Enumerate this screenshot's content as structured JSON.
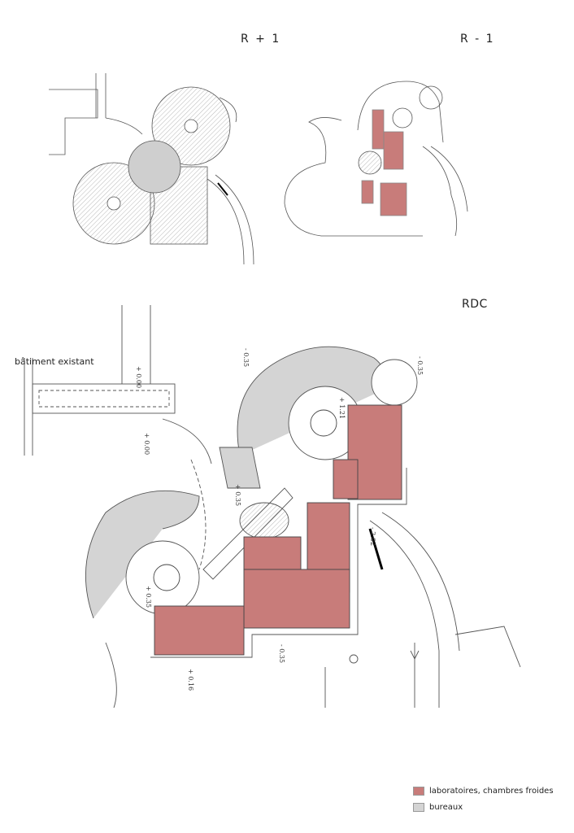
{
  "titles": {
    "r1": "R + 1",
    "rm1": "R - 1",
    "rdc": "RDC"
  },
  "labels": {
    "existing_building": "bâtiment existant"
  },
  "elevations": {
    "e1": "+ 0.00",
    "e2": "+ 0.00",
    "e3": "- 0.35",
    "e4": "- 0.35",
    "e5": "+ 1.21",
    "e6": "+ 0.35",
    "e7": "+ 0.35",
    "e8": "- 2.02",
    "e9": "- 0.35",
    "e10": "+ 0.16"
  },
  "legend": {
    "items": [
      {
        "label": "laboratoires, chambres froides",
        "color": "#c87c7a"
      },
      {
        "label": "bureaux",
        "color": "#d4d4d4"
      }
    ]
  },
  "colors": {
    "lab": "#c87c7a",
    "office": "#d4d4d4",
    "line": "#555555"
  }
}
